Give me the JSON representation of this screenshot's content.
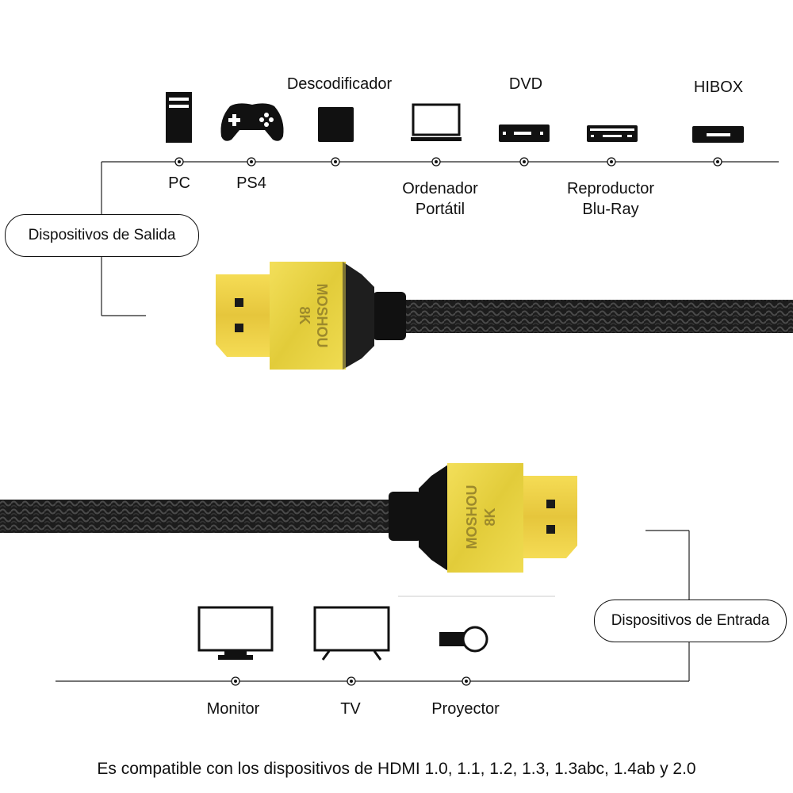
{
  "output": {
    "title": "Dispositivos de Salida",
    "devices": [
      {
        "id": "pc",
        "label": "PC",
        "icon": "tower-pc-icon"
      },
      {
        "id": "ps4",
        "label": "PS4",
        "icon": "gamepad-icon"
      },
      {
        "id": "decoder",
        "label": "Descodificador",
        "icon": "decoder-box-icon"
      },
      {
        "id": "laptop",
        "label_line1": "Ordenador",
        "label_line2": "Portátil",
        "icon": "laptop-icon"
      },
      {
        "id": "dvd",
        "label": "DVD",
        "icon": "dvd-player-icon"
      },
      {
        "id": "bluray",
        "label_line1": "Reproductor",
        "label_line2": "Blu-Ray",
        "icon": "bluray-player-icon"
      },
      {
        "id": "hibox",
        "label": "HIBOX",
        "icon": "hibox-icon"
      }
    ]
  },
  "input": {
    "title": "Dispositivos de Entrada",
    "devices": [
      {
        "id": "monitor",
        "label": "Monitor",
        "icon": "monitor-icon"
      },
      {
        "id": "tv",
        "label": "TV",
        "icon": "tv-icon"
      },
      {
        "id": "projector",
        "label": "Proyector",
        "icon": "projector-icon"
      }
    ]
  },
  "connector": {
    "brand": "MOSHOU",
    "resolution": "8K",
    "gold": "#f1d64b",
    "gold_dark": "#c9a92a",
    "body": "#e8d43a",
    "cable": "#1a1a1a"
  },
  "footer": "Es compatible con los dispositivos de HDMI 1.0, 1.1, 1.2, 1.3, 1.3abc, 1.4ab y 2.0"
}
